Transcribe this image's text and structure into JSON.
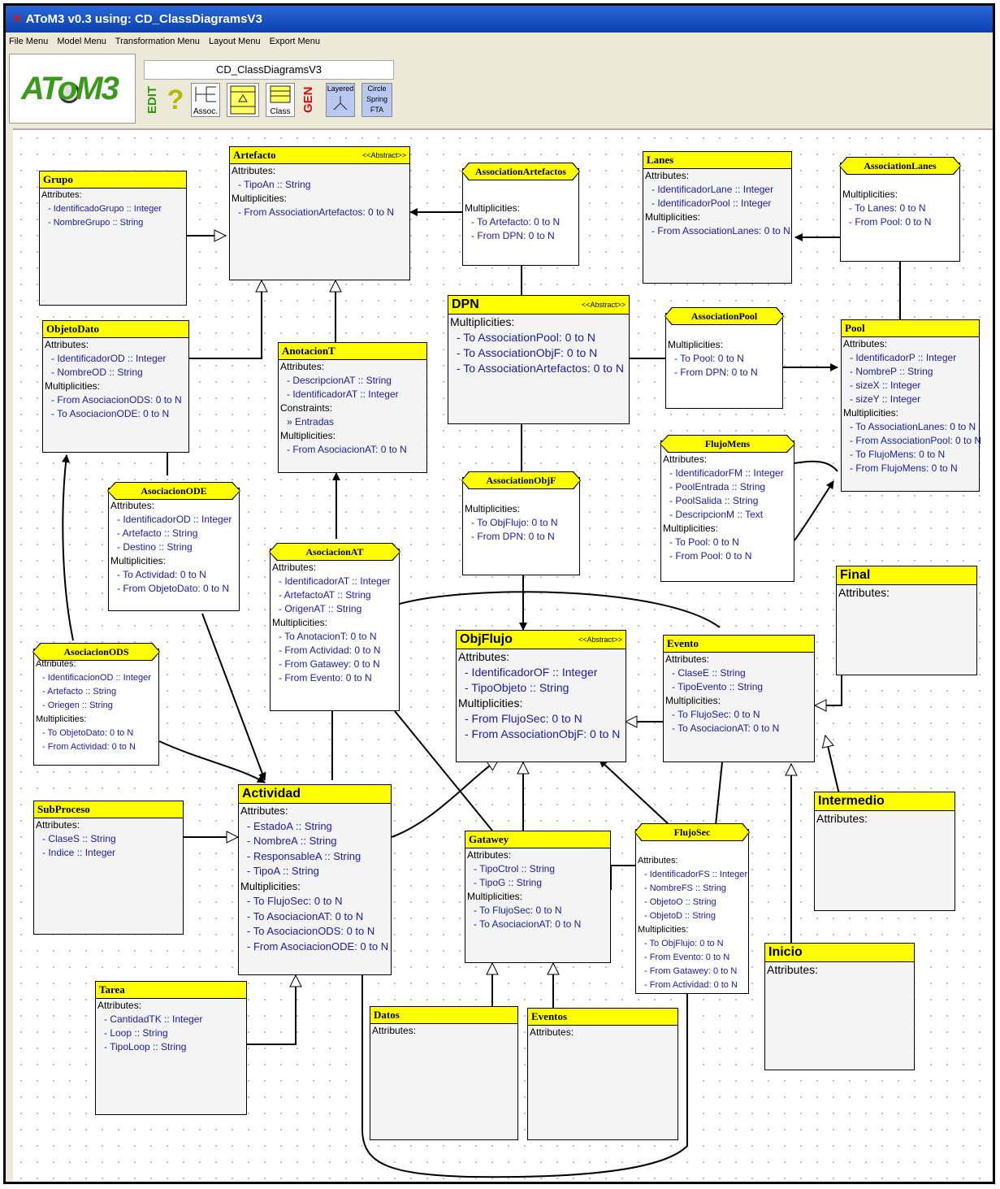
{
  "window": {
    "title": "AToM3 v0.3 using: CD_ClassDiagramsV3"
  },
  "menu": [
    "File Menu",
    "Model Menu",
    "Transformation Menu",
    "Layout Menu",
    "Export Menu"
  ],
  "toolbar": {
    "metamodel_name": "CD_ClassDiagramsV3",
    "edit_label": "EDIT",
    "help_label": "?",
    "assoc_label": "Assoc.",
    "class_label": "Class",
    "gen_label": "GEN",
    "layered_label": "Layered",
    "circle_label": "Circle",
    "spring_label": "Spring",
    "fta_label": "FTA"
  },
  "logo_text": "AToM3",
  "classes": {
    "artefacto": {
      "name": "Artefacto",
      "stereo": "<<Abstract>>",
      "lines": [
        "Attributes:",
        "- TipoAn :: String",
        "Multiplicities:",
        "- From AssociationArtefactos: 0 to N"
      ]
    },
    "grupo": {
      "name": "Grupo",
      "lines": [
        "Attributes:",
        "- IdentificadoGrupo :: Integer",
        "- NombreGrupo :: String"
      ]
    },
    "objetodato": {
      "name": "ObjetoDato",
      "lines": [
        "Attributes:",
        "- IdentificadorOD :: Integer",
        "- NombreOD :: String",
        "Multiplicities:",
        "- From AsociacionODS: 0 to N",
        "- To AsociacionODE: 0 to N"
      ]
    },
    "anotaciont": {
      "name": "AnotacionT",
      "lines": [
        "Attributes:",
        "- DescripcionAT :: String",
        "- IdentificadorAT :: Integer",
        "Constraints:",
        "» Entradas",
        "Multiplicities:",
        "- From AsociacionAT: 0 to N"
      ]
    },
    "dpn": {
      "name": "DPN",
      "stereo": "<<Abstract>>",
      "lines": [
        "Multiplicities:",
        "- To AssociationPool: 0 to N",
        "- To AssociationObjF: 0 to N",
        "- To AssociationArtefactos: 0 to N"
      ]
    },
    "lanes": {
      "name": "Lanes",
      "lines": [
        "Attributes:",
        "- IdentificadorLane :: Integer",
        "- IdentificadorPool :: Integer",
        "Multiplicities:",
        "- From AssociationLanes: 0 to N"
      ]
    },
    "pool": {
      "name": "Pool",
      "lines": [
        "Attributes:",
        "- IdentificadorP :: Integer",
        "- NombreP :: String",
        "- sizeX :: Integer",
        "- sizeY :: Integer",
        "Multiplicities:",
        "- To AssociationLanes: 0 to N",
        "- From AssociationPool: 0 to N",
        "- To FlujoMens: 0 to N",
        "- From FlujoMens: 0 to N"
      ]
    },
    "objflujo": {
      "name": "ObjFlujo",
      "stereo": "<<Abstract>>",
      "lines": [
        "Attributes:",
        "- IdentificadorOF :: Integer",
        "- TipoObjeto :: String",
        "Multiplicities:",
        "- From FlujoSec: 0 to N",
        "- From AssociationObjF: 0 to N"
      ]
    },
    "evento": {
      "name": "Evento",
      "lines": [
        "Attributes:",
        "- ClaseE :: String",
        "- TipoEvento :: String",
        "Multiplicities:",
        "- To FlujoSec: 0 to N",
        "- To AsociacionAT: 0 to N"
      ]
    },
    "final": {
      "name": "Final",
      "lines": [
        "Attributes:"
      ]
    },
    "intermedio": {
      "name": "Intermedio",
      "lines": [
        "Attributes:"
      ]
    },
    "inicio": {
      "name": "Inicio",
      "lines": [
        "Attributes:"
      ]
    },
    "subproceso": {
      "name": "SubProceso",
      "lines": [
        "Attributes:",
        "- ClaseS :: String",
        "- Indice :: Integer"
      ]
    },
    "actividad": {
      "name": "Actividad",
      "lines": [
        "Attributes:",
        "- EstadoA :: String",
        "- NombreA :: String",
        "- ResponsableA :: String",
        "- TipoA :: String",
        "Multiplicities:",
        "- To FlujoSec: 0 to N",
        "- To AsociacionAT: 0 to N",
        "- To AsociacionODS: 0 to N",
        "- From AsociacionODE: 0 to N"
      ]
    },
    "gatawey": {
      "name": "Gatawey",
      "lines": [
        "Attributes:",
        "- TipoCtrol :: String",
        "- TipoG :: String",
        "Multiplicities:",
        "- To FlujoSec: 0 to N",
        "- To AsociacionAT: 0 to N"
      ]
    },
    "tarea": {
      "name": "Tarea",
      "lines": [
        "Attributes:",
        "- CantidadTK :: Integer",
        "- Loop :: String",
        "- TipoLoop :: String"
      ]
    },
    "datos": {
      "name": "Datos",
      "lines": [
        "Attributes:"
      ]
    },
    "eventos": {
      "name": "Eventos",
      "lines": [
        "Attributes:"
      ]
    }
  },
  "associations": {
    "assocartefactos": {
      "name": "AssociationArtefactos",
      "lines": [
        "Multiplicities:",
        "- To Artefacto: 0 to N",
        "- From DPN: 0 to N"
      ]
    },
    "assoclanes": {
      "name": "AssociationLanes",
      "lines": [
        "Multiplicities:",
        "- To Lanes: 0 to N",
        "- From Pool: 0 to N"
      ]
    },
    "assocpool": {
      "name": "AssociationPool",
      "lines": [
        "Multiplicities:",
        "- To Pool: 0 to N",
        "- From DPN: 0 to N"
      ]
    },
    "flujomens": {
      "name": "FlujoMens",
      "lines": [
        "Attributes:",
        "- IdentificadorFM :: Integer",
        "- PoolEntrada :: String",
        "- PoolSalida :: String",
        "- DescripcionM :: Text",
        "Multiplicities:",
        "- To Pool: 0 to N",
        "- From Pool: 0 to N"
      ]
    },
    "assocobjf": {
      "name": "AssociationObjF",
      "lines": [
        "Multiplicities:",
        "- To ObjFlujo: 0 to N",
        "- From DPN: 0 to N"
      ]
    },
    "asociacionode": {
      "name": "AsociacionODE",
      "lines": [
        "Attributes:",
        "- IdentificadorOD :: Integer",
        "- Artefacto :: String",
        "- Destino :: String",
        "Multiplicities:",
        "- To Actividad: 0 to N",
        "- From ObjetoDato: 0 to N"
      ]
    },
    "asociacionat": {
      "name": "AsociacionAT",
      "lines": [
        "Attributes:",
        "- IdentificadorAT :: Integer",
        "- ArtefactoAT :: String",
        "- OrigenAT :: String",
        "Multiplicities:",
        "- To AnotacionT: 0 to N",
        "- From Actividad: 0 to N",
        "- From Gatawey: 0 to N",
        "- From Evento: 0 to N"
      ]
    },
    "asociacionods": {
      "name": "AsociacionODS",
      "lines": [
        "Attributes:",
        "- IdentificacionOD :: Integer",
        "- Artefacto :: String",
        "- Oriegen :: String",
        "Multiplicities:",
        "- To ObjetoDato: 0 to N",
        "- From Actividad: 0 to N"
      ]
    },
    "flujosec": {
      "name": "FlujoSec",
      "lines": [
        "Attributes:",
        "- IdentificadorFS :: Integer",
        "- NombreFS :: String",
        "- ObjetoO :: String",
        "- ObjetoD :: String",
        "Multiplicities:",
        "- To ObjFlujo: 0 to N",
        "- From Evento: 0 to N",
        "- From Gatawey: 0 to N",
        "- From Actividad: 0 to N"
      ]
    }
  }
}
